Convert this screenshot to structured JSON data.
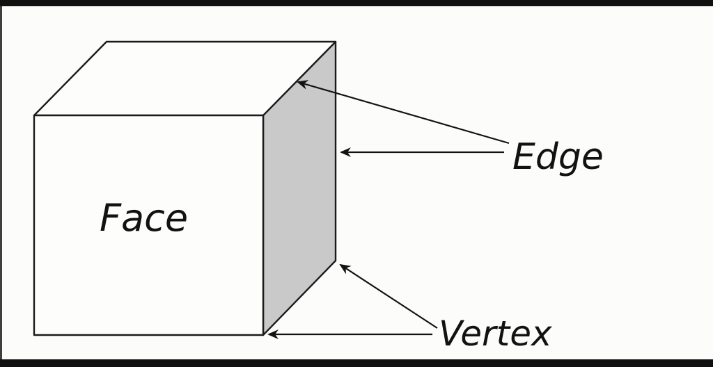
{
  "figure": {
    "type": "geometry-diagram",
    "subject": "cube with labeled face, edge and vertex",
    "labels": {
      "face": "Face",
      "edge": "Edge",
      "vertex": "Vertex"
    },
    "colors": {
      "background": "#fcfcfb",
      "outline": "#1a1a1a",
      "front_face_fill": "#fdfdfc",
      "top_face_fill": "#fdfdfc",
      "shaded_side_face_fill": "#c9c9c9",
      "letterbox_bar": "#101010",
      "left_edge_line": "#3f3f3f",
      "label_text": "#121212"
    },
    "annotations": [
      {
        "label": "Edge",
        "pointer_count": 2,
        "targets": [
          "top-right slanted edge of cube",
          "back-right vertical edge of cube"
        ]
      },
      {
        "label": "Vertex",
        "pointer_count": 2,
        "targets": [
          "back-bottom-right corner of cube",
          "front-bottom-right corner of cube"
        ]
      }
    ]
  }
}
